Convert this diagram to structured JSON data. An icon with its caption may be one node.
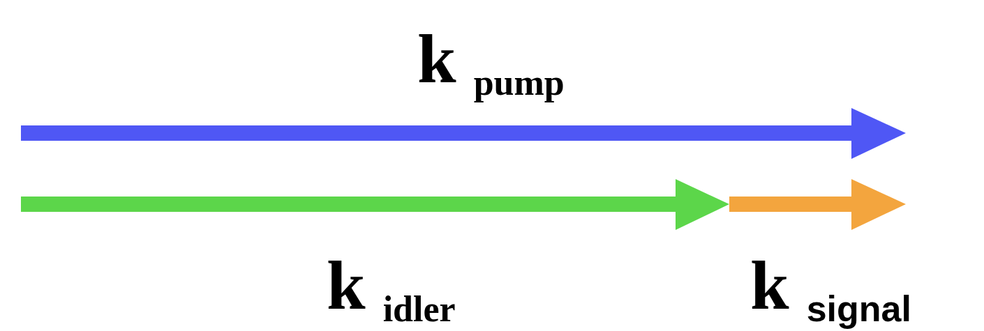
{
  "diagram": {
    "labels": [
      "k $_{pump}$",
      "k $_{idler}$",
      "k $_{signal}$"
    ]
  }
}
